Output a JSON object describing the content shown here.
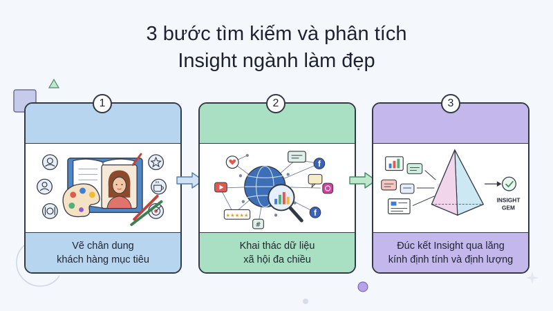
{
  "title": {
    "line1": "3 bước tìm kiếm và phân tích",
    "line2": "Insight ngành làm đẹp"
  },
  "steps": [
    {
      "number": "1",
      "caption_line1": "Vẽ chân dung",
      "caption_line2": "khách hàng mục tiêu",
      "color": "#b7d5ee"
    },
    {
      "number": "2",
      "caption_line1": "Khai thác dữ liệu",
      "caption_line2": "xã hội đa chiều",
      "color": "#a9dfc2"
    },
    {
      "number": "3",
      "caption_line1": "Đúc kết Insight qua lăng",
      "caption_line2": "kính định tính và định lượng",
      "color": "#c3b7ec"
    }
  ],
  "insight_gem": {
    "line1": "INSIGHT",
    "line2": "GEM"
  },
  "icons": {
    "step1": [
      "face-icon",
      "user-icon",
      "dining-icon",
      "star-icon",
      "coffee-icon",
      "target-icon",
      "book-icon",
      "palette-icon",
      "woman-portrait-icon",
      "brush-icon"
    ],
    "step2": [
      "globe-network-icon",
      "magnifier-chart-icon",
      "heart-icon",
      "chat-icon",
      "facebook-icon",
      "instagram-icon",
      "video-icon",
      "rating-stars-icon",
      "hashtag-icon"
    ],
    "step3": [
      "bar-chart-icon",
      "chat-icon",
      "document-icon",
      "prism-icon",
      "checkmark-icon"
    ]
  }
}
